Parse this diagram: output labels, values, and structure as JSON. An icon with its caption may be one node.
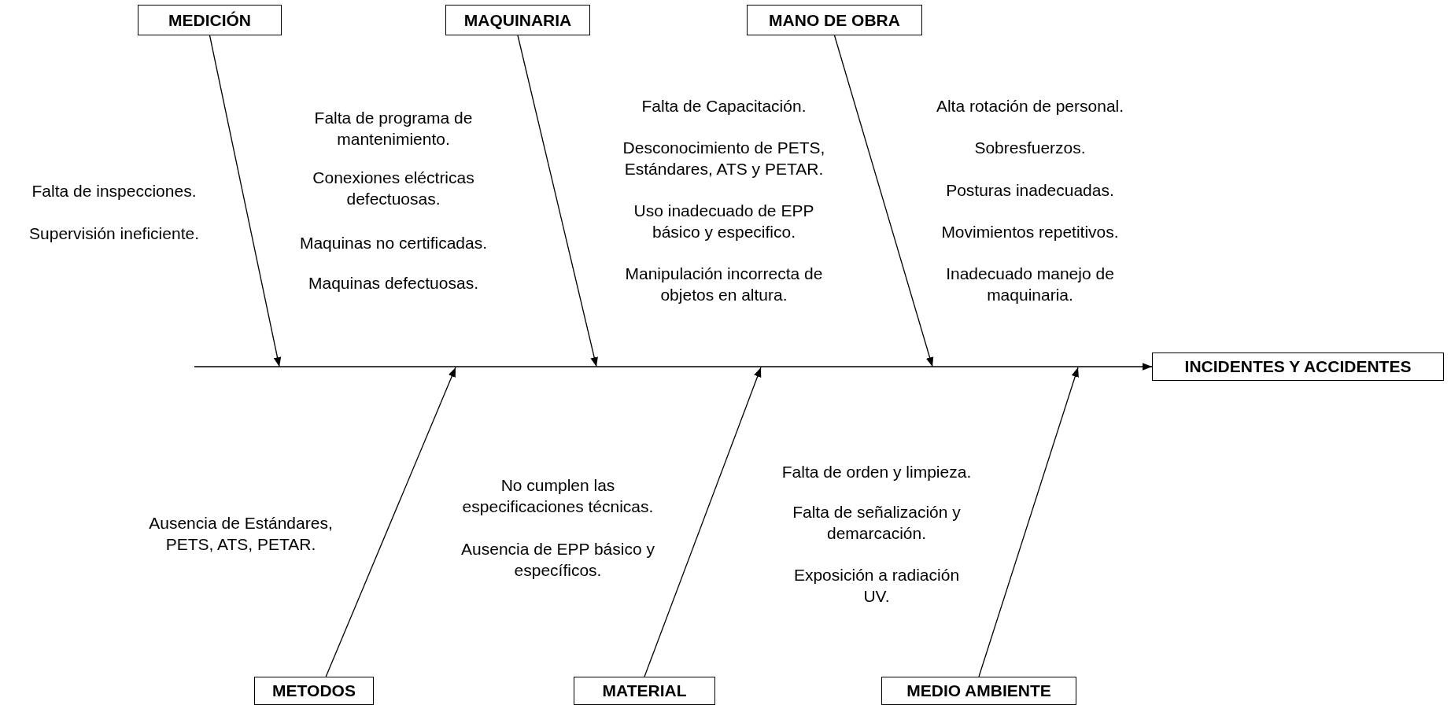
{
  "diagram": {
    "nodes": [
      {
        "text": [
          "MEDICIÓN"
        ]
      },
      {
        "text": [
          "MAQUINARIA"
        ]
      },
      {
        "text": [
          "MANO DE OBRA"
        ]
      },
      {
        "text": [
          "INCIDENTES Y ACCIDENTES"
        ]
      },
      {
        "text": [
          "METODOS"
        ]
      },
      {
        "text": [
          "MATERIAL"
        ]
      },
      {
        "text": [
          "MEDIO AMBIENTE"
        ]
      }
    ],
    "edges": [
      {
        "from": null,
        "to": 3,
        "arrow": "to"
      },
      {
        "from": 0,
        "to": null,
        "arrow": "to"
      },
      {
        "from": 1,
        "to": null,
        "arrow": "to"
      },
      {
        "from": 2,
        "to": null,
        "arrow": "to"
      },
      {
        "from": 4,
        "to": null,
        "arrow": "to"
      },
      {
        "from": 5,
        "to": null,
        "arrow": "to"
      },
      {
        "from": 6,
        "to": null,
        "arrow": "to"
      }
    ],
    "labels": [
      "Falta de inspecciones.",
      "Supervisión ineficiente.",
      "Falta de programa de mantenimiento.",
      "Conexiones eléctricas defectuosas.",
      "Maquinas no certificadas.",
      "Maquinas defectuosas.",
      "Falta de Capacitación.",
      "Desconocimiento de PETS, Estándares, ATS y PETAR.",
      "Uso inadecuado de EPP básico y especifico.",
      "Manipulación incorrecta de objetos en altura.",
      "Alta rotación de personal.",
      "Sobresfuerzos.",
      "Posturas inadecuadas.",
      "Movimientos repetitivos.",
      "Inadecuado manejo de maquinaria.",
      "Ausencia de Estándares, PETS, ATS, PETAR.",
      "No cumplen las especificaciones técnicas.",
      "Ausencia de EPP básico y específicos.",
      "Falta de orden y limpieza.",
      "Falta de señalización y demarcación.",
      "Exposición a radiación UV."
    ]
  }
}
